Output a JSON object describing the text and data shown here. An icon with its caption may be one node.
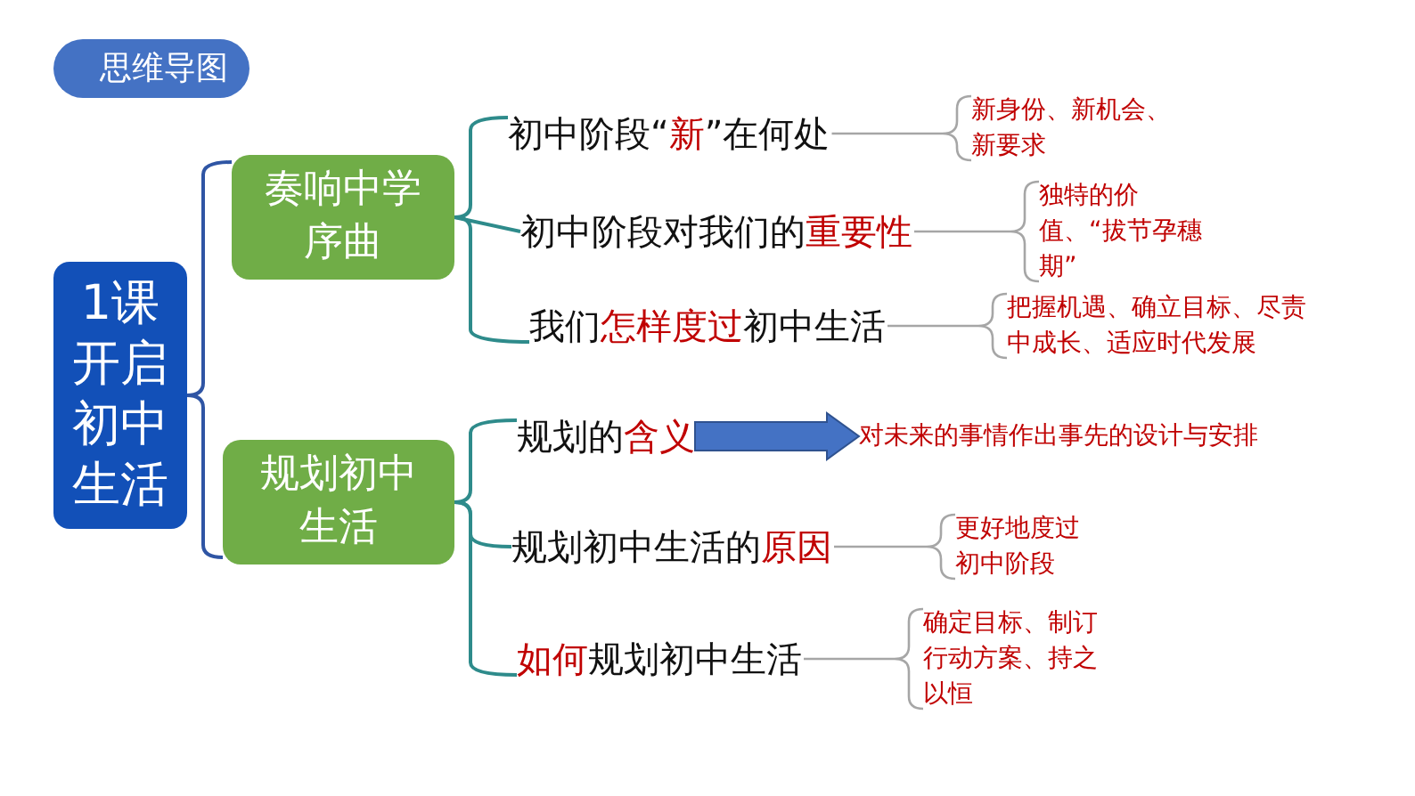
{
  "diagram": {
    "title": "思维导图",
    "nodes": [
      {
        "text": [
          "1课开启初中生活"
        ]
      },
      {
        "text": [
          "奏响中学序曲"
        ]
      },
      {
        "text": [
          "规划初中生活"
        ]
      },
      {
        "text": [
          "初中阶段“**新**”在何处"
        ]
      },
      {
        "text": [
          "初中阶段对我们的**重要性**"
        ]
      },
      {
        "text": [
          "我们**怎样度过**初中生活"
        ]
      },
      {
        "text": [
          "规划的**含义**"
        ]
      },
      {
        "text": [
          "规划初中生活的**原因**"
        ]
      },
      {
        "text": [
          "**如何**规划初中生活"
        ]
      },
      {
        "text": [
          "新身份、新机会、新要求"
        ]
      },
      {
        "text": [
          "独特的价值、“拔节孕穗期”"
        ]
      },
      {
        "text": [
          "把握机遇、确立目标、尽责中成长、适应时代发展"
        ]
      },
      {
        "text": [
          "对未来的事情作出事先的设计与安排"
        ]
      },
      {
        "text": [
          "更好地度过初中阶段"
        ]
      },
      {
        "text": [
          "确定目标、制订行动方案、持之以恒"
        ]
      }
    ],
    "edges": [
      {
        "from": 0,
        "to": 1,
        "arrow": "none",
        "color": "#2f55a4"
      },
      {
        "from": 0,
        "to": 2,
        "arrow": "none",
        "color": "#2f55a4"
      },
      {
        "from": 1,
        "to": 3,
        "arrow": "none"
      },
      {
        "from": 1,
        "to": 4,
        "arrow": "none"
      },
      {
        "from": 1,
        "to": 5,
        "arrow": "none"
      },
      {
        "from": 2,
        "to": 6,
        "arrow": "none"
      },
      {
        "from": 2,
        "to": 7,
        "arrow": "none"
      },
      {
        "from": 2,
        "to": 8,
        "arrow": "none"
      },
      {
        "from": 3,
        "to": 9,
        "arrow": "none",
        "color": "#a6a6a6"
      },
      {
        "from": 4,
        "to": 10,
        "arrow": "none",
        "color": "#a6a6a6"
      },
      {
        "from": 5,
        "to": 11,
        "arrow": "none",
        "color": "#a6a6a6"
      },
      {
        "from": 6,
        "to": 12,
        "arrow": "to",
        "style": "thick",
        "color": "#4472c4"
      },
      {
        "from": 7,
        "to": 13,
        "arrow": "none",
        "color": "#a6a6a6"
      },
      {
        "from": 8,
        "to": 14,
        "arrow": "none",
        "color": "#a6a6a6"
      }
    ]
  }
}
